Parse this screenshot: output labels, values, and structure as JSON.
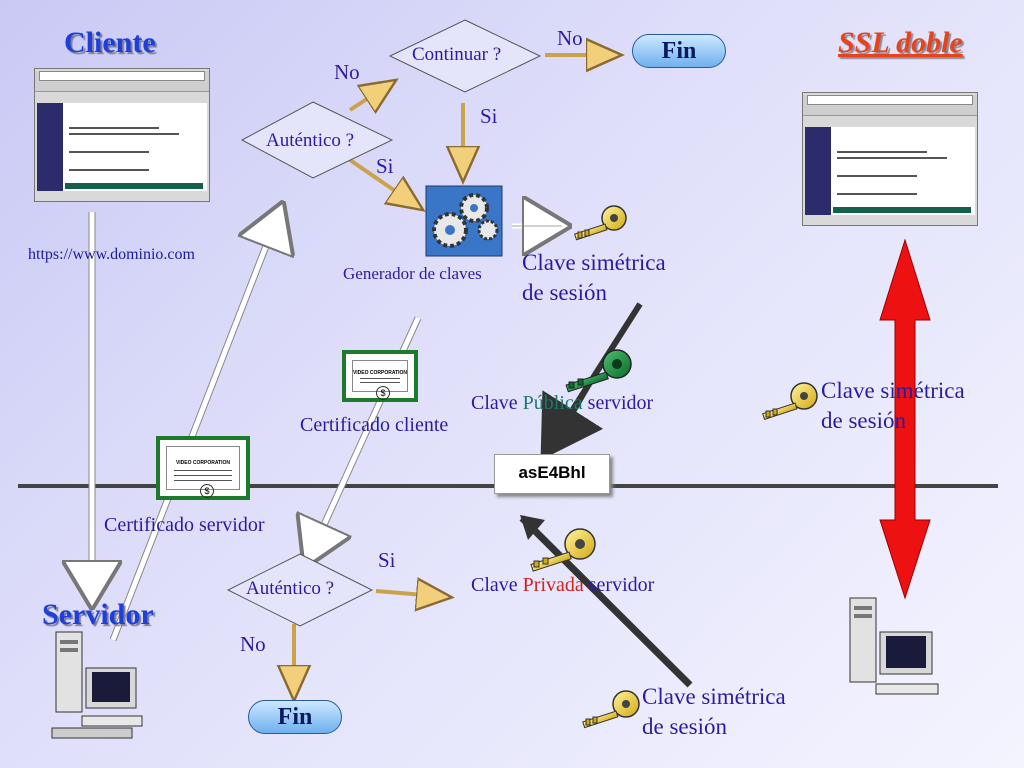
{
  "titles": {
    "client": "Cliente",
    "server": "Servidor",
    "ssl": "SSL doble"
  },
  "url": "https://www.dominio.com",
  "decisions": {
    "continue": "Continuar ?",
    "authentic_top": "Auténtico ?",
    "authentic_bottom": "Auténtico ?"
  },
  "answers": {
    "no_top": "No",
    "no_mid": "No",
    "si_top": "Si",
    "si_mid": "Si",
    "si_bottom": "Si",
    "no_bottom": "No"
  },
  "fin": {
    "top": "Fin",
    "bottom": "Fin"
  },
  "labels": {
    "generator": "Generador de claves",
    "session_key_top_1": "Clave simétrica",
    "session_key_top_2": "de sesión",
    "public_key_prefix": "Clave ",
    "public_key_mid": "Pública",
    "public_key_suffix": " servidor",
    "client_cert": "Certificado cliente",
    "server_cert": "Certificado servidor",
    "session_key_right_1": "Clave simétrica",
    "session_key_right_2": "de sesión",
    "private_key_prefix": "Clave ",
    "private_key_mid": "Privada",
    "private_key_suffix": " servidor",
    "session_key_bottom_1": "Clave simétrica",
    "session_key_bottom_2": "de sesión",
    "encrypted": "asE4Bhl"
  },
  "certificate": {
    "company": "VIDEO CORPORATION",
    "seal": "$"
  },
  "colors": {
    "accent": "#1e3fd8",
    "ssl": "#e8431a",
    "label": "#2a1ca0",
    "cert_border": "#1d7a2a",
    "channel": "#ee1111",
    "key_gold": "#f2d11a",
    "key_green": "#1a8a3a"
  }
}
